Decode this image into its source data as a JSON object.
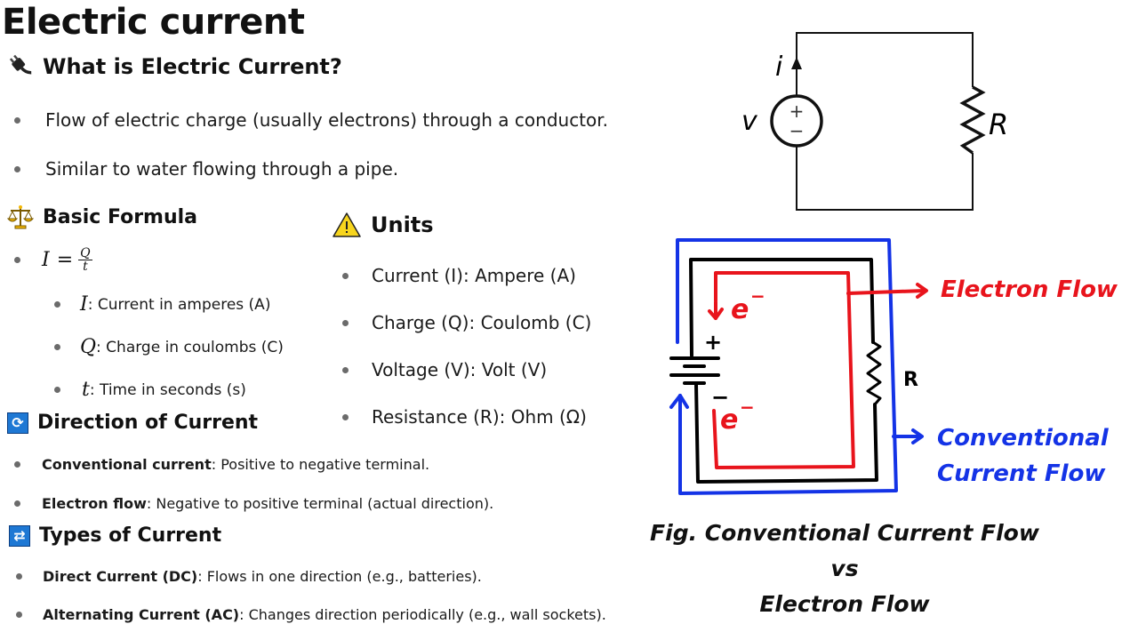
{
  "page": {
    "title": "Electric current"
  },
  "what_is": {
    "icon": "electric-plug-icon",
    "heading": "What is Electric Current?",
    "bullets": [
      "Flow of electric charge (usually electrons) through a conductor.",
      "Similar to water flowing through a pipe."
    ]
  },
  "formula": {
    "icon": "balance-scale-icon",
    "heading": "Basic Formula",
    "equation": {
      "lhs": "I",
      "eq": "=",
      "numerator": "Q",
      "denominator": "t"
    },
    "terms": [
      {
        "symbol": "I",
        "desc": ": Current in amperes (A)"
      },
      {
        "symbol": "Q",
        "desc": ": Charge in coulombs (C)"
      },
      {
        "symbol": "t",
        "desc": ": Time in seconds (s)"
      }
    ]
  },
  "units": {
    "icon": "warning-icon",
    "heading": "Units",
    "items": [
      "Current (I): Ampere (A)",
      "Charge (Q): Coulomb (C)",
      "Voltage (V): Volt (V)",
      "Resistance (R): Ohm (Ω)"
    ]
  },
  "direction": {
    "icon": "refresh-icon",
    "heading": "Direction of Current",
    "items": [
      {
        "term": "Conventional current",
        "desc": ": Positive to negative terminal."
      },
      {
        "term": "Electron flow",
        "desc": ": Negative to positive terminal (actual direction)."
      }
    ]
  },
  "types": {
    "icon": "repeat-icon",
    "heading": "Types of Current",
    "items": [
      {
        "term": "Direct Current (DC)",
        "desc": ": Flows in one direction (e.g., batteries)."
      },
      {
        "term": "Alternating Current (AC)",
        "desc": ": Changes direction periodically (e.g., wall sockets)."
      }
    ]
  },
  "circuit1": {
    "current_label": "i",
    "voltage_label": "v",
    "plus": "+",
    "minus": "−",
    "resistor_label": "R"
  },
  "circuit2": {
    "electron_label": "Electron Flow",
    "conventional_label_line1": "Conventional",
    "conventional_label_line2": "Current Flow",
    "electron_symbol": "e",
    "electron_sup": "−",
    "plus": "+",
    "minus": "−",
    "resistor_label": "R",
    "colors": {
      "electron": "#e8141c",
      "conventional": "#1433e6",
      "wire": "#000000"
    },
    "caption_line1": "Fig. Conventional Current Flow",
    "caption_line2": "vs",
    "caption_line3": "Electron Flow"
  }
}
